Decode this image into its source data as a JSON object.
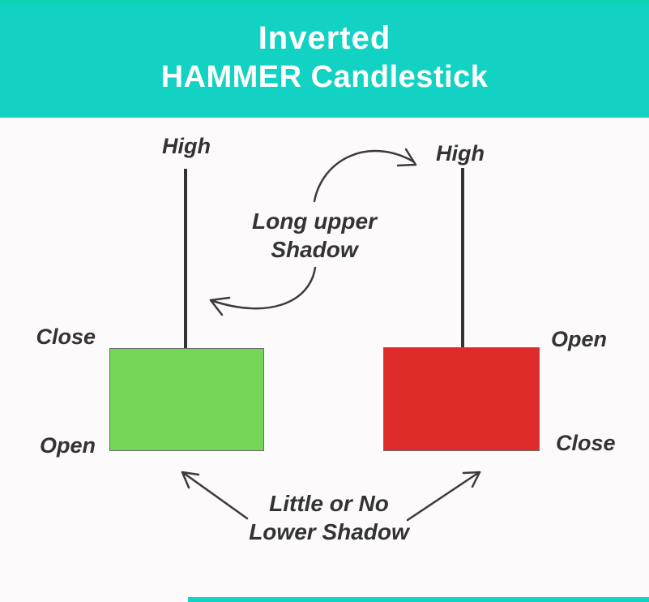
{
  "header": {
    "title_line1": "Inverted",
    "title_line2": "HAMMER Candlestick"
  },
  "bullish_candle": {
    "high_label": "High",
    "close_label": "Close",
    "open_label": "Open"
  },
  "bearish_candle": {
    "high_label": "High",
    "open_label": "Open",
    "close_label": "Close"
  },
  "annotations": {
    "upper_shadow_line1": "Long upper",
    "upper_shadow_line2": "Shadow",
    "lower_shadow_line1": "Little or No",
    "lower_shadow_line2": "Lower Shadow"
  },
  "colors": {
    "header_teal": "#12D2C3",
    "header_top_edge": "#0DD4B0",
    "bullish_green": "#75D556",
    "bearish_red": "#E02B2B",
    "ink": "#333333",
    "background": "#FCFAFA"
  }
}
